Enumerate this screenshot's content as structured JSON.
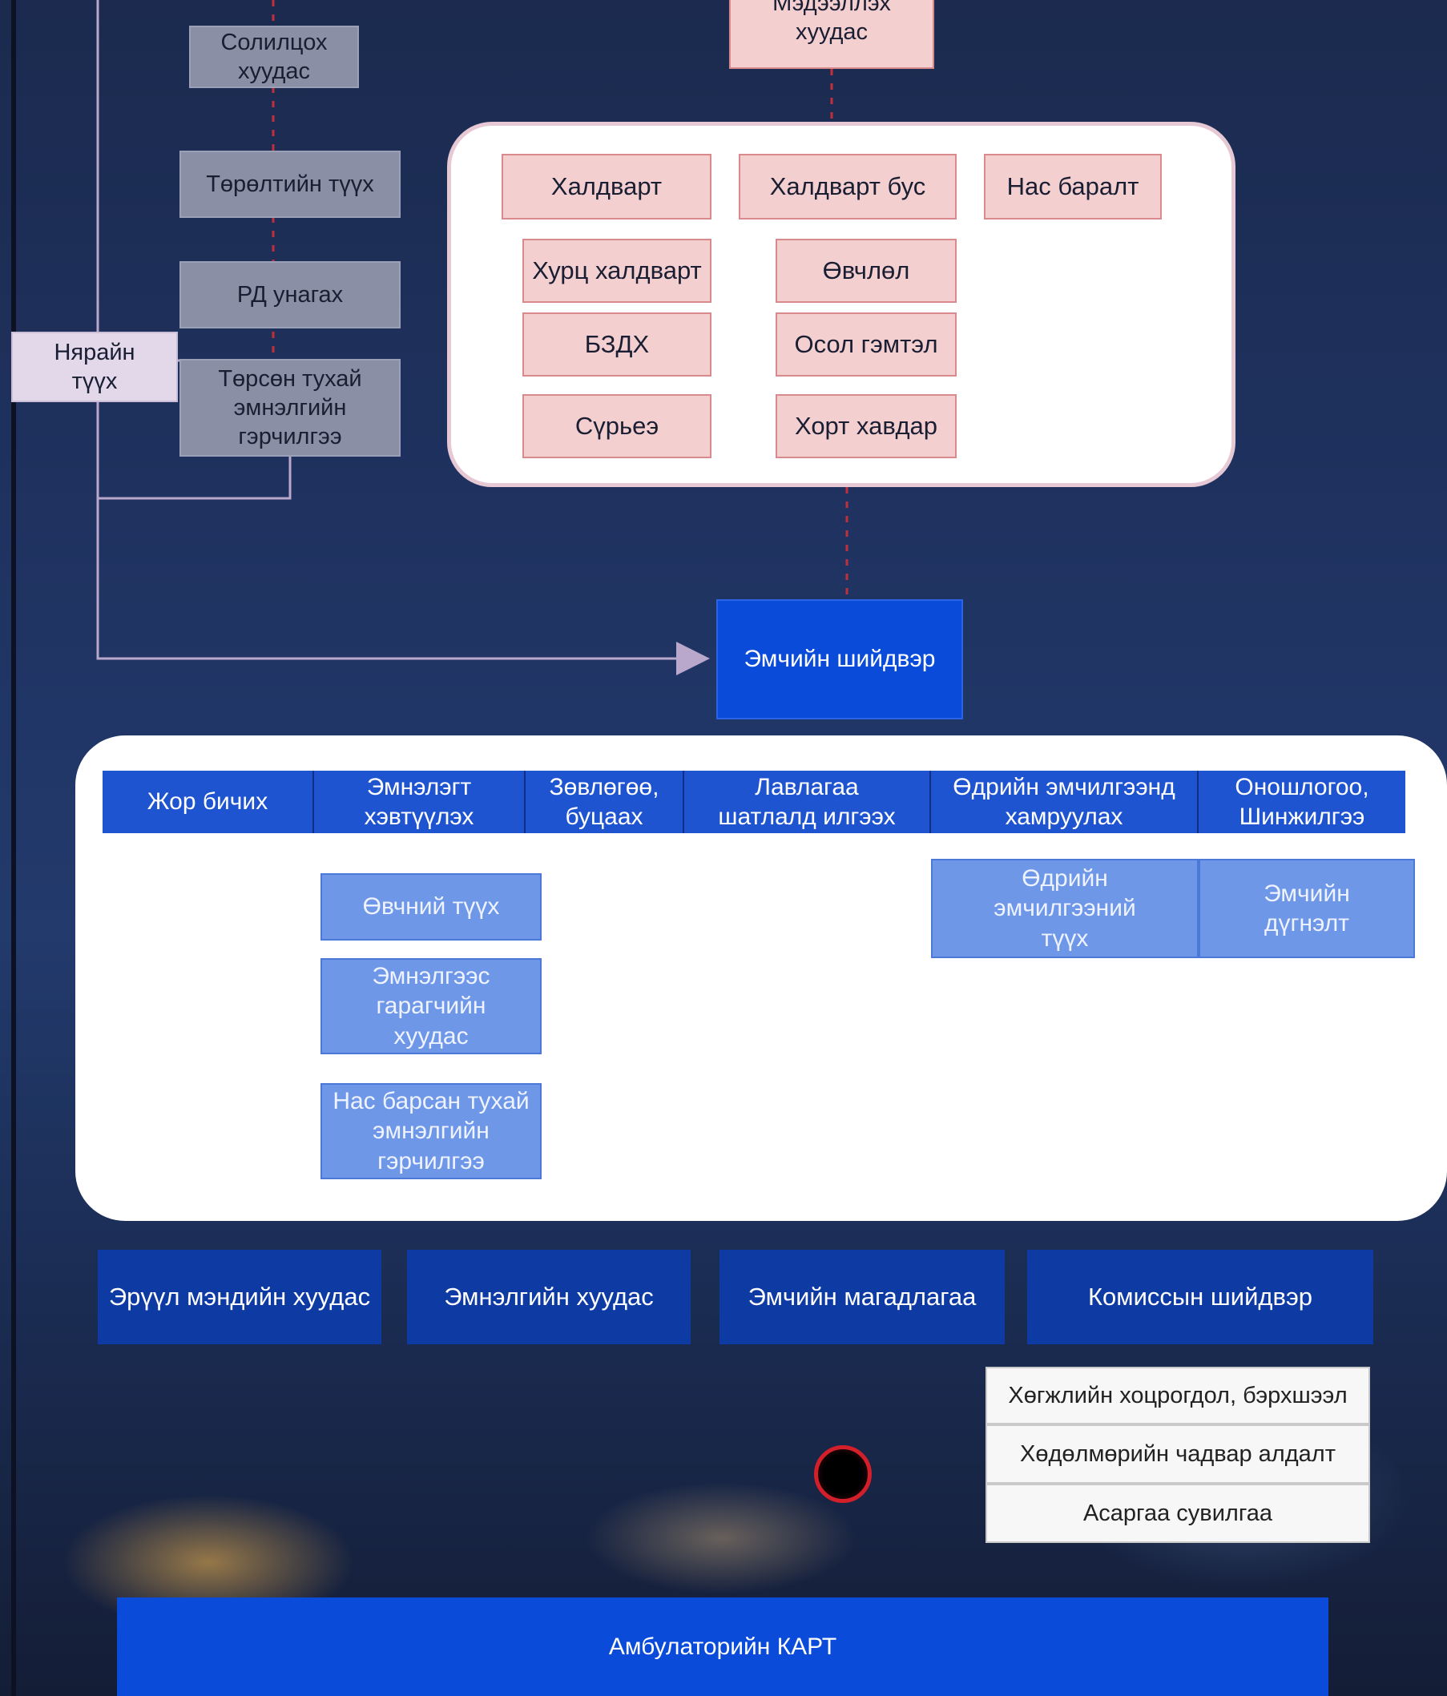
{
  "colors": {
    "background": "#1f3260",
    "gray_box": "#8a8fa6",
    "pink_box": "#f4cfd0",
    "blue_primary": "#0a4bd9",
    "blue_light": "#6f97e8",
    "navy": "#0d3aa3",
    "connector_line": "#b9a7cc",
    "dashed_line": "#c0303a"
  },
  "left_group": {
    "info_sheet": "Солилцох\nхуудас",
    "birth_history": "Төрөлтийн  түүх",
    "rd": "РД  унагах",
    "newborn_history": "Нярайн\nтүүх",
    "birth_certificate": "Төрсөн тухай\nэмнэлгийн\nгэрчилгээ"
  },
  "top": {
    "notification_sheet": "Мэдээллэх\nхуудас"
  },
  "disease_panel": {
    "infectious": "Халдварт",
    "non_infectious": "Халдварт бус",
    "death": "Нас баралт",
    "acute_infection": "Хурц халдварт",
    "std": "БЗДХ",
    "tuberculosis": "Сүрьеэ",
    "disease": "Өвчлөл",
    "injury": "Осол гэмтэл",
    "cancer": "Хорт хавдар"
  },
  "decision": {
    "doctor_decision": "Эмчийн шийдвэр"
  },
  "actions": {
    "tabs": [
      "Жор бичих",
      "Эмнэлэгт\nхэвтүүлэх",
      "Зөвлөгөө,\nбуцаах",
      "Лавлагаа\nшатлалд илгээх",
      "Өдрийн эмчилгээнд\nхамруулах",
      "Оношлогоо,\nШинжилгээ"
    ],
    "disease_history": "Өвчний түүх",
    "discharge_sheet": "Эмнэлгээс\nгарагчийн\nхуудас",
    "death_certificate": "Нас барсан тухай\nэмнэлгийн\nгэрчилгээ",
    "day_treatment_history": "Өдрийн\nэмчилгээний\nтүүх",
    "doctor_conclusion": "Эмчийн\nдүгнэлт"
  },
  "documents": {
    "health_sheet": "Эрүүл мэндийн хуудас",
    "hospital_sheet": "Эмнэлгийн хуудас",
    "doctor_examination": "Эмчийн магадлагаа",
    "commission_decision": "Комиссын шийдвэр"
  },
  "disability": {
    "items": [
      "Хөгжлийн хоцрогдол, бэрхшээл",
      "Хөдөлмөрийн чадвар алдалт",
      "Асаргаа сувилгаа"
    ]
  },
  "footer": {
    "ambulatory_card": "Амбулаторийн КАРТ"
  }
}
